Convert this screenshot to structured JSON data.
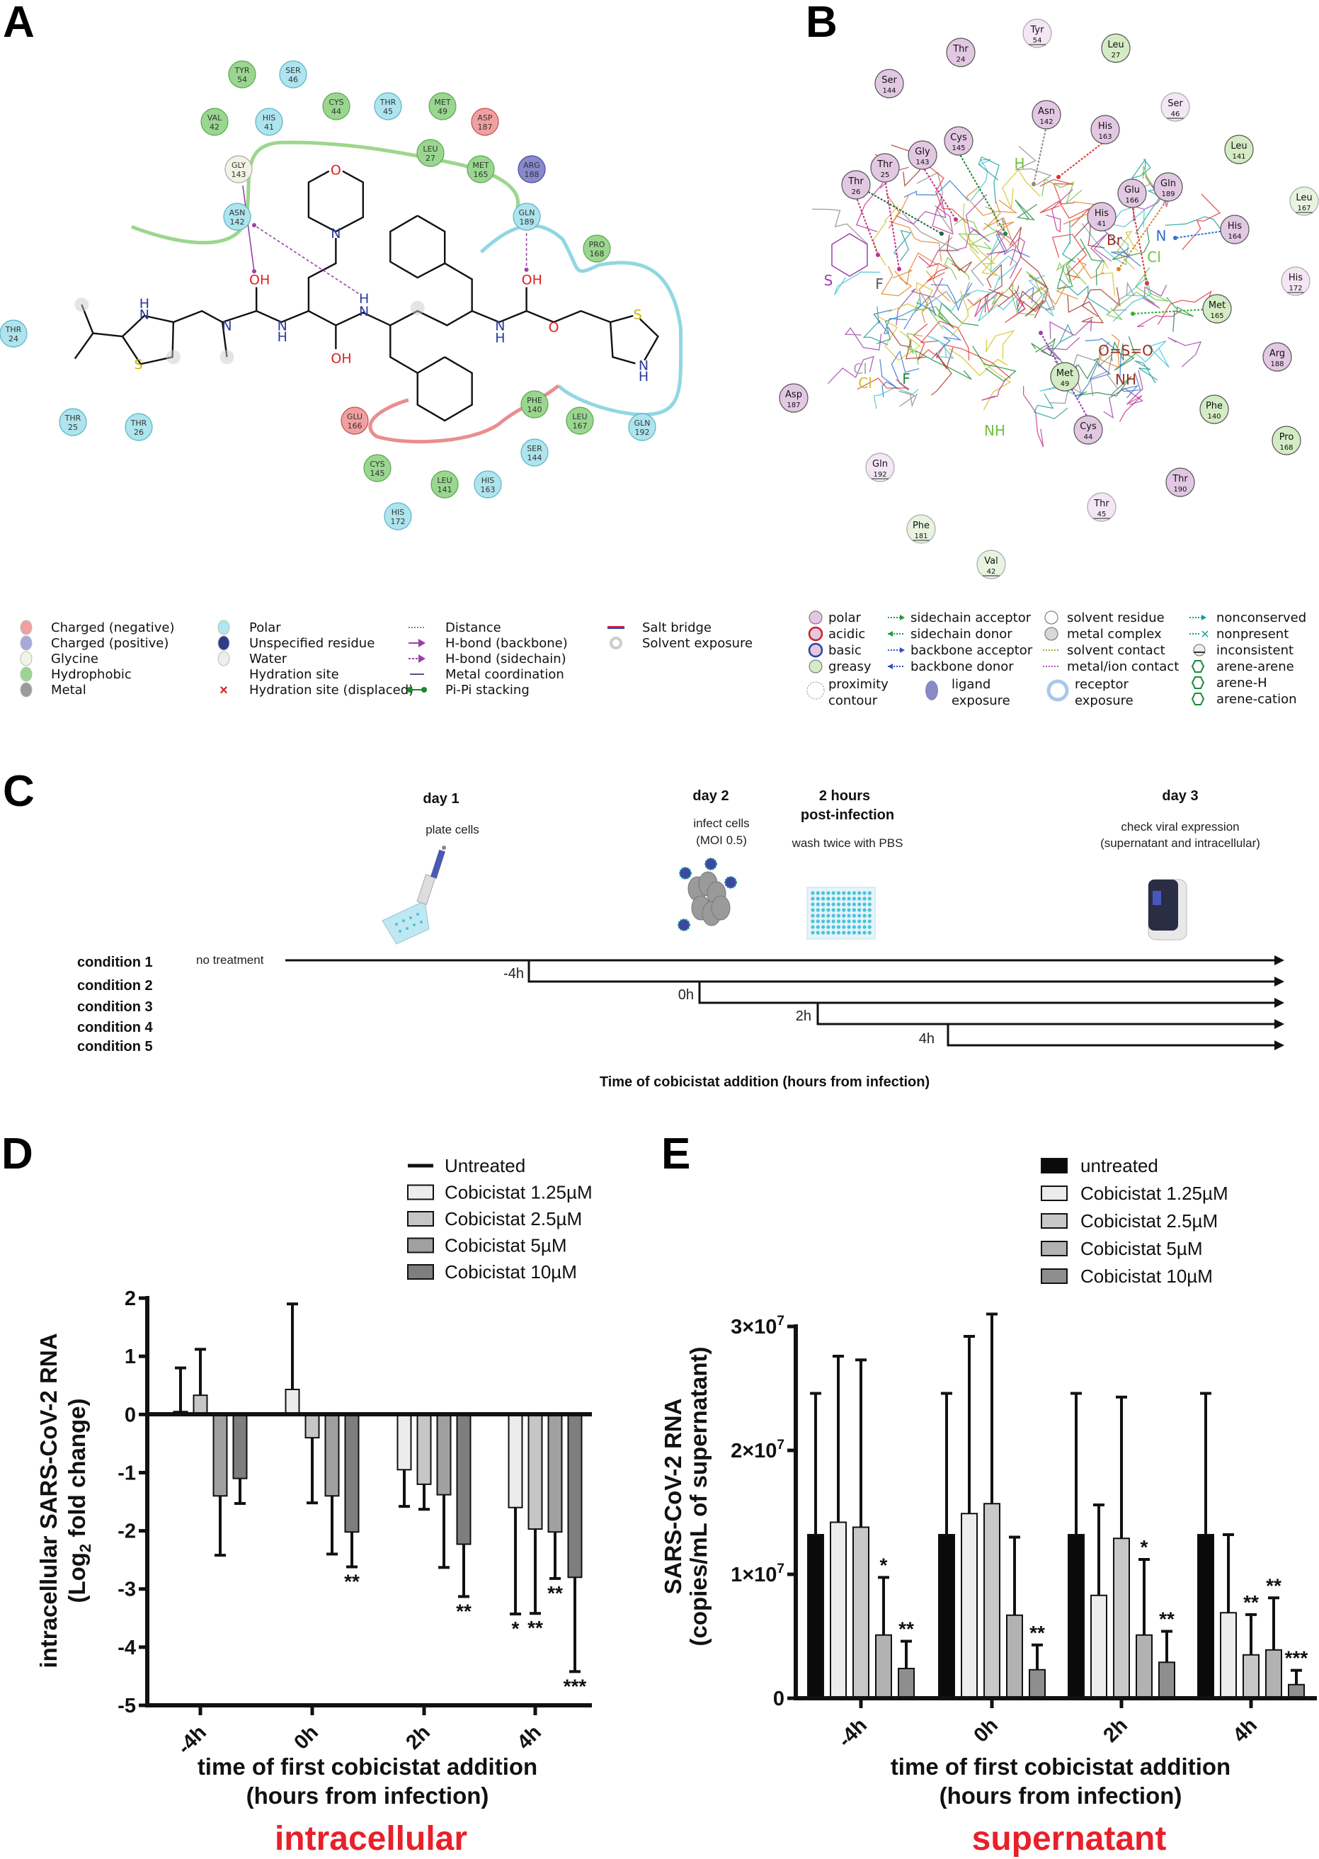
{
  "panel_labels": {
    "a": "A",
    "b": "B",
    "c": "C",
    "d": "D",
    "e": "E"
  },
  "panel_a": {
    "residues": [
      {
        "name": "TYR",
        "num": "54",
        "type": "hydrophobic"
      },
      {
        "name": "SER",
        "num": "46",
        "type": "polar"
      },
      {
        "name": "VAL",
        "num": "42",
        "type": "hydrophobic"
      },
      {
        "name": "HIS",
        "num": "41",
        "type": "polar"
      },
      {
        "name": "CYS",
        "num": "44",
        "type": "hydrophobic"
      },
      {
        "name": "THR",
        "num": "45",
        "type": "polar"
      },
      {
        "name": "MET",
        "num": "49",
        "type": "hydrophobic"
      },
      {
        "name": "ASP",
        "num": "187",
        "type": "negative"
      },
      {
        "name": "LEU",
        "num": "27",
        "type": "hydrophobic"
      },
      {
        "name": "MET",
        "num": "165",
        "type": "hydrophobic"
      },
      {
        "name": "ARG",
        "num": "188",
        "type": "positive"
      },
      {
        "name": "GLY",
        "num": "143",
        "type": "glycine"
      },
      {
        "name": "ASN",
        "num": "142",
        "type": "polar"
      },
      {
        "name": "GLN",
        "num": "189",
        "type": "polar"
      },
      {
        "name": "PRO",
        "num": "168",
        "type": "hydrophobic"
      },
      {
        "name": "THR",
        "num": "24",
        "type": "polar"
      },
      {
        "name": "THR",
        "num": "25",
        "type": "polar"
      },
      {
        "name": "THR",
        "num": "26",
        "type": "polar"
      },
      {
        "name": "GLU",
        "num": "166",
        "type": "negative"
      },
      {
        "name": "PHE",
        "num": "140",
        "type": "hydrophobic"
      },
      {
        "name": "LEU",
        "num": "167",
        "type": "hydrophobic"
      },
      {
        "name": "GLN",
        "num": "192",
        "type": "polar"
      },
      {
        "name": "SER",
        "num": "144",
        "type": "polar"
      },
      {
        "name": "CYS",
        "num": "145",
        "type": "hydrophobic"
      },
      {
        "name": "LEU",
        "num": "141",
        "type": "hydrophobic"
      },
      {
        "name": "HIS",
        "num": "163",
        "type": "polar"
      },
      {
        "name": "HIS",
        "num": "172",
        "type": "polar"
      }
    ],
    "atoms": [
      "H",
      "N",
      "S",
      "N",
      "OH",
      "N",
      "H",
      "O",
      "N",
      "OH",
      "H",
      "N",
      "N",
      "H",
      "OH",
      "O",
      "S",
      "N",
      "H"
    ],
    "legend": [
      {
        "label": "Charged (negative)",
        "symbol": "dot",
        "color": "#f0a0a0"
      },
      {
        "label": "Charged (positive)",
        "symbol": "dot",
        "color": "#a8a8dc"
      },
      {
        "label": "Glycine",
        "symbol": "dot",
        "color": "#f2f5e6"
      },
      {
        "label": "Hydrophobic",
        "symbol": "dot",
        "color": "#9ad68f"
      },
      {
        "label": "Metal",
        "symbol": "dot",
        "color": "#9a9a9a"
      },
      {
        "label": "Polar",
        "symbol": "dot",
        "color": "#b0e6f0"
      },
      {
        "label": "Unspecified residue",
        "symbol": "dot",
        "color": "#2e3a8c"
      },
      {
        "label": "Water",
        "symbol": "dot",
        "color": "#eeeeee"
      },
      {
        "label": "Hydration site",
        "symbol": "none",
        "color": "#ffffff"
      },
      {
        "label": "Hydration site (displaced)",
        "symbol": "x",
        "color": "#e02020"
      },
      {
        "label": "Distance",
        "symbol": "dotted",
        "color": "#3cb43c"
      },
      {
        "label": "H-bond (backbone)",
        "symbol": "arrow",
        "color": "#9a40a8"
      },
      {
        "label": "H-bond (sidechain)",
        "symbol": "dasharrow",
        "color": "#9a40a8"
      },
      {
        "label": "Metal coordination",
        "symbol": "line",
        "color": "#555577"
      },
      {
        "label": "Pi-Pi stacking",
        "symbol": "pipi",
        "color": "#1a8a2a"
      },
      {
        "label": "Salt bridge",
        "symbol": "salt",
        "color": "#d02040"
      },
      {
        "label": "Solvent exposure",
        "symbol": "halo",
        "color": "#cccccc"
      }
    ]
  },
  "panel_b": {
    "residues": [
      {
        "name": "Tyr",
        "num": "54",
        "type": "polar",
        "faded": true
      },
      {
        "name": "Thr",
        "num": "24",
        "type": "polar"
      },
      {
        "name": "Leu",
        "num": "27",
        "type": "greasy"
      },
      {
        "name": "Ser",
        "num": "144",
        "type": "polar"
      },
      {
        "name": "Ser",
        "num": "46",
        "type": "polar",
        "faded": true
      },
      {
        "name": "Asn",
        "num": "142",
        "type": "polar"
      },
      {
        "name": "His",
        "num": "163",
        "type": "polar"
      },
      {
        "name": "Cys",
        "num": "145",
        "type": "polar"
      },
      {
        "name": "Gly",
        "num": "143",
        "type": "polar"
      },
      {
        "name": "Thr",
        "num": "25",
        "type": "polar"
      },
      {
        "name": "Leu",
        "num": "141",
        "type": "greasy"
      },
      {
        "name": "Thr",
        "num": "26",
        "type": "polar"
      },
      {
        "name": "Glu",
        "num": "166",
        "type": "polar"
      },
      {
        "name": "Gln",
        "num": "189",
        "type": "polar"
      },
      {
        "name": "Leu",
        "num": "167",
        "type": "greasy",
        "faded": true
      },
      {
        "name": "His",
        "num": "41",
        "type": "polar"
      },
      {
        "name": "His",
        "num": "164",
        "type": "polar"
      },
      {
        "name": "His",
        "num": "172",
        "type": "polar",
        "faded": true
      },
      {
        "name": "Met",
        "num": "165",
        "type": "greasy"
      },
      {
        "name": "Arg",
        "num": "188",
        "type": "polar"
      },
      {
        "name": "Met",
        "num": "49",
        "type": "greasy"
      },
      {
        "name": "Asp",
        "num": "187",
        "type": "polar"
      },
      {
        "name": "Cys",
        "num": "44",
        "type": "polar"
      },
      {
        "name": "Phe",
        "num": "140",
        "type": "greasy"
      },
      {
        "name": "Pro",
        "num": "168",
        "type": "greasy"
      },
      {
        "name": "Gln",
        "num": "192",
        "type": "polar",
        "faded": true
      },
      {
        "name": "Thr",
        "num": "190",
        "type": "polar"
      },
      {
        "name": "Thr",
        "num": "45",
        "type": "polar",
        "faded": true
      },
      {
        "name": "Phe",
        "num": "181",
        "type": "greasy",
        "faded": true
      },
      {
        "name": "Val",
        "num": "42",
        "type": "greasy",
        "faded": true
      }
    ],
    "atoms": [
      "Cl",
      "Cl",
      "F",
      "F",
      "S",
      "NH",
      "O=S=O",
      "NH",
      "N",
      "Br",
      "Cl",
      "H"
    ],
    "legend": [
      {
        "label": "polar",
        "symbol": "circle",
        "color": "#e2c8e2"
      },
      {
        "label": "acidic",
        "symbol": "circle-red",
        "color": "#e2c8e2"
      },
      {
        "label": "basic",
        "symbol": "circle-blue",
        "color": "#e2c8e2"
      },
      {
        "label": "greasy",
        "symbol": "circle",
        "color": "#d4ecc4"
      },
      {
        "label": "sidechain acceptor",
        "symbol": "arrow",
        "color": "#1a9a3a"
      },
      {
        "label": "sidechain donor",
        "symbol": "larrow",
        "color": "#1a9a3a"
      },
      {
        "label": "backbone acceptor",
        "symbol": "arrow",
        "color": "#3050c0"
      },
      {
        "label": "backbone donor",
        "symbol": "larrow",
        "color": "#3050c0"
      },
      {
        "label": "solvent residue",
        "symbol": "circle",
        "color": "#ffffff"
      },
      {
        "label": "metal complex",
        "symbol": "circle",
        "color": "#d8d8d8"
      },
      {
        "label": "solvent contact",
        "symbol": "dotted",
        "color": "#9ab030"
      },
      {
        "label": "metal/ion contact",
        "symbol": "dotted",
        "color": "#b050c0"
      },
      {
        "label": "nonconserved",
        "symbol": "arrow",
        "color": "#10a0a0"
      },
      {
        "label": "nonpresent",
        "symbol": "x",
        "color": "#10a0a0"
      },
      {
        "label": "inconsistent",
        "symbol": "inc",
        "color": "#666666"
      },
      {
        "label": "arene-arene",
        "symbol": "hex",
        "color": "#1a8a3a"
      },
      {
        "label": "arene-H",
        "symbol": "hex",
        "color": "#1a8a3a"
      },
      {
        "label": "arene-cation",
        "symbol": "hex",
        "color": "#1a8a3a"
      }
    ],
    "legend_bottom": [
      {
        "line1": "proximity",
        "line2": "contour"
      },
      {
        "line1": "ligand",
        "line2": "exposure"
      },
      {
        "line1": "receptor",
        "line2": "exposure"
      }
    ]
  },
  "panel_c": {
    "steps": [
      {
        "title": "day 1",
        "lines": [
          "plate cells"
        ]
      },
      {
        "title": "day 2",
        "lines": [
          "infect cells",
          "(MOI 0.5)"
        ]
      },
      {
        "title": "2 hours",
        "title2": "post-infection",
        "lines": [
          "wash twice with PBS"
        ]
      },
      {
        "title": "day 3",
        "lines": [
          "check viral expression",
          "(supernatant and intracellular)"
        ]
      }
    ],
    "conditions": [
      "condition 1",
      "condition 2",
      "condition 3",
      "condition 4",
      "condition 5"
    ],
    "no_treatment": "no treatment",
    "timepoints": [
      "-4h",
      "0h",
      "2h",
      "4h"
    ],
    "axis_title": "Time of cobicistat addition (hours from infection)"
  },
  "chart_data": [
    {
      "type": "bar",
      "panel": "D",
      "categories": [
        "-4h",
        "0h",
        "2h",
        "4h"
      ],
      "ylabel_line1": "intracellular SARS-CoV-2 RNA",
      "ylabel_line2_pre": "(Log",
      "ylabel_line2_sub": "2",
      "ylabel_line2_post": " fold change)",
      "xlabel_line1": "time of first cobicistat addition",
      "xlabel_line2": "(hours from infection)",
      "subtitle": "intracellular",
      "ylim": [
        -5,
        2
      ],
      "yticks": [
        2,
        1,
        0,
        -1,
        -2,
        -3,
        -4,
        -5
      ],
      "ytick_labels": [
        "2",
        "1",
        "0",
        "-1",
        "-2",
        "-3",
        "-4",
        "-5"
      ],
      "legend_placement": "top-right",
      "untreated_label": "Untreated",
      "series": [
        {
          "name": "Cobicistat 1.25µM",
          "color": "#ececec",
          "values": [
            0.05,
            0.43,
            -0.95,
            -1.6
          ],
          "errors": [
            0.75,
            1.47,
            0.63,
            1.83
          ],
          "sig": [
            "",
            "",
            "",
            "*"
          ]
        },
        {
          "name": "Cobicistat 2.5µM",
          "color": "#c6c6c6",
          "values": [
            0.33,
            -0.4,
            -1.2,
            -1.97
          ],
          "errors": [
            0.79,
            1.12,
            0.43,
            1.45
          ],
          "sig": [
            "",
            "",
            "",
            "**"
          ]
        },
        {
          "name": "Cobicistat 5µM",
          "color": "#a0a0a0",
          "values": [
            -1.4,
            -1.4,
            -1.38,
            -2.02
          ],
          "errors": [
            1.02,
            1.0,
            1.25,
            0.8
          ],
          "sig": [
            "",
            "",
            "",
            "**"
          ]
        },
        {
          "name": "Cobicistat 10µM",
          "color": "#7e7e7e",
          "values": [
            -1.1,
            -2.02,
            -2.23,
            -2.8
          ],
          "errors": [
            0.43,
            0.6,
            0.9,
            1.62
          ],
          "sig": [
            "",
            "**",
            "**",
            "***"
          ]
        }
      ]
    },
    {
      "type": "bar",
      "panel": "E",
      "categories": [
        "-4h",
        "0h",
        "2h",
        "4h"
      ],
      "ylabel_line1": "SARS-CoV-2 RNA",
      "ylabel_line2": "(copies/mL of supernatant)",
      "xlabel_line1": "time of first cobicistat addition",
      "xlabel_line2": "(hours from infection)",
      "subtitle": "supernatant",
      "ylim": [
        0,
        30000000
      ],
      "yticks": [
        0,
        10000000,
        20000000,
        30000000
      ],
      "ytick_labels": [
        {
          "m": "0",
          "e": ""
        },
        {
          "m": "1×10",
          "e": "7"
        },
        {
          "m": "2×10",
          "e": "7"
        },
        {
          "m": "3×10",
          "e": "7"
        }
      ],
      "legend_placement": "top-right",
      "series": [
        {
          "name": "untreated",
          "color": "#0a0a0a",
          "values": [
            13200000,
            13200000,
            13200000,
            13200000
          ],
          "errors": [
            11400000,
            11400000,
            11400000,
            11400000
          ],
          "sig": [
            "",
            "",
            "",
            ""
          ]
        },
        {
          "name": "Cobicistat 1.25µM",
          "color": "#ececec",
          "values": [
            14200000,
            14900000,
            8300000,
            6900000
          ],
          "errors": [
            13400000,
            14300000,
            7300000,
            6300000
          ],
          "sig": [
            "",
            "",
            "",
            ""
          ]
        },
        {
          "name": "Cobicistat 2.5µM",
          "color": "#c8c8c8",
          "values": [
            13800000,
            15700000,
            12900000,
            3500000
          ],
          "errors": [
            13500000,
            15300000,
            11400000,
            3250000
          ],
          "sig": [
            "",
            "",
            "",
            "**"
          ]
        },
        {
          "name": "Cobicistat 5µM",
          "color": "#b2b2b2",
          "values": [
            5100000,
            6700000,
            5100000,
            3900000
          ],
          "errors": [
            4650000,
            6300000,
            6100000,
            4200000
          ],
          "sig": [
            "*",
            "",
            "*",
            "**"
          ]
        },
        {
          "name": "Cobicistat 10µM",
          "color": "#8e8e8e",
          "values": [
            2400000,
            2300000,
            2900000,
            1100000
          ],
          "errors": [
            2200000,
            2000000,
            2500000,
            1150000
          ],
          "sig": [
            "**",
            "**",
            "**",
            "***"
          ]
        }
      ]
    }
  ]
}
